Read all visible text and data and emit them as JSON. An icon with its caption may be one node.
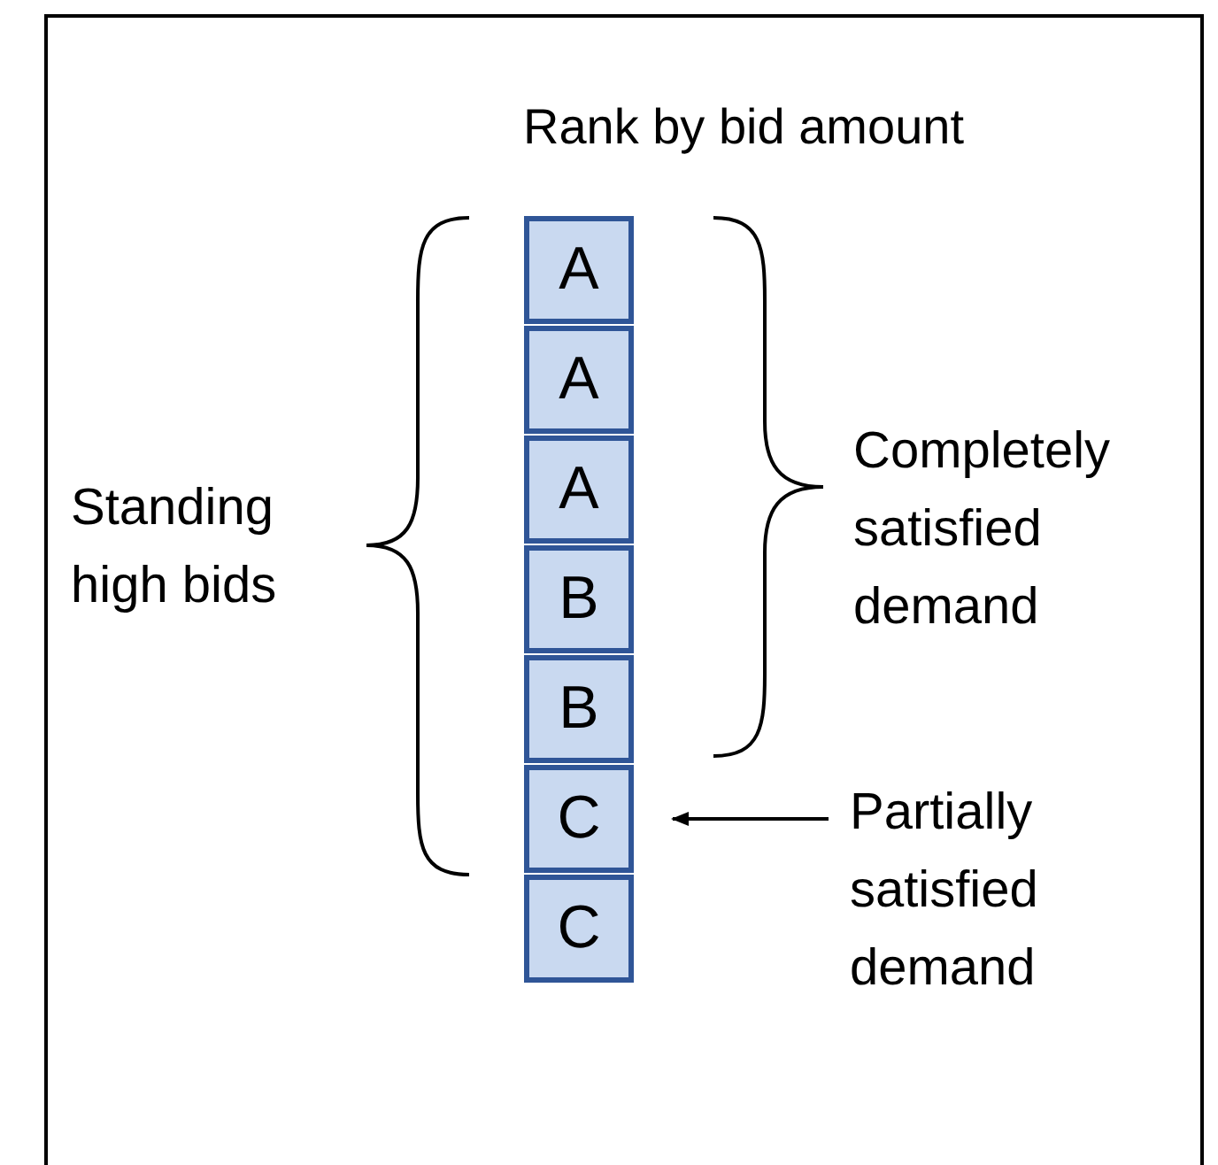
{
  "diagram": {
    "title": "Rank by bid amount",
    "nodes": [
      {
        "text": [
          "A"
        ]
      },
      {
        "text": [
          "A"
        ]
      },
      {
        "text": [
          "A"
        ]
      },
      {
        "text": [
          "B"
        ]
      },
      {
        "text": [
          "B"
        ]
      },
      {
        "text": [
          "C"
        ]
      },
      {
        "text": [
          "C"
        ]
      },
      {
        "text": [
          "Partially satisfied demand"
        ]
      }
    ],
    "edges": [
      {
        "from": 7,
        "to": 5,
        "arrow": "to"
      }
    ],
    "labels": [
      "Standing high bids",
      "Completely satisfied demand"
    ]
  }
}
